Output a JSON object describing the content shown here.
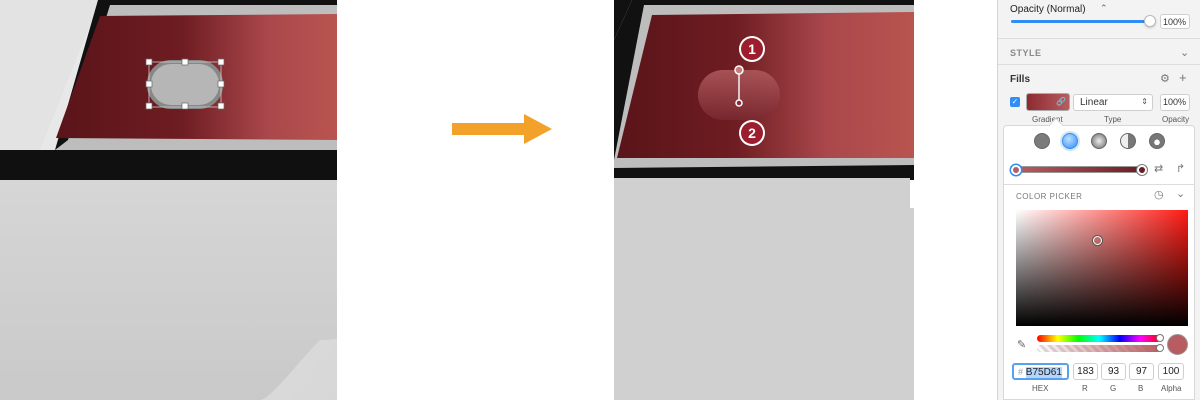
{
  "transition_arrow": {
    "icon": "right-arrow-icon",
    "color": "#f2a22a"
  },
  "steps": {
    "one": "1",
    "two": "2",
    "badge_color": "#9c1d2d"
  },
  "inspector": {
    "opacity_label": "Opacity (Normal)",
    "opacity_value": "100%",
    "opacity_level": 1.0,
    "style_heading": "STYLE",
    "fills_heading": "Fills",
    "fill_enabled": true,
    "fill_type_value": "Linear",
    "fill_opacity_value": "100%",
    "sublabels": {
      "fill": "Gradient",
      "type": "Type",
      "opacity": "Opacity"
    },
    "color_picker": {
      "label": "COLOR PICKER",
      "fill_type_icons": [
        "solid-fill-icon",
        "linear-gradient-icon",
        "radial-gradient-icon",
        "angular-gradient-icon",
        "image-fill-icon"
      ],
      "hex": "B75D61",
      "r": "183",
      "g": "93",
      "b": "97",
      "alpha": "100",
      "labels": {
        "hex": "HEX",
        "r": "R",
        "g": "G",
        "b": "B",
        "alpha": "Alpha"
      },
      "selected_color": "#b75d61"
    }
  }
}
